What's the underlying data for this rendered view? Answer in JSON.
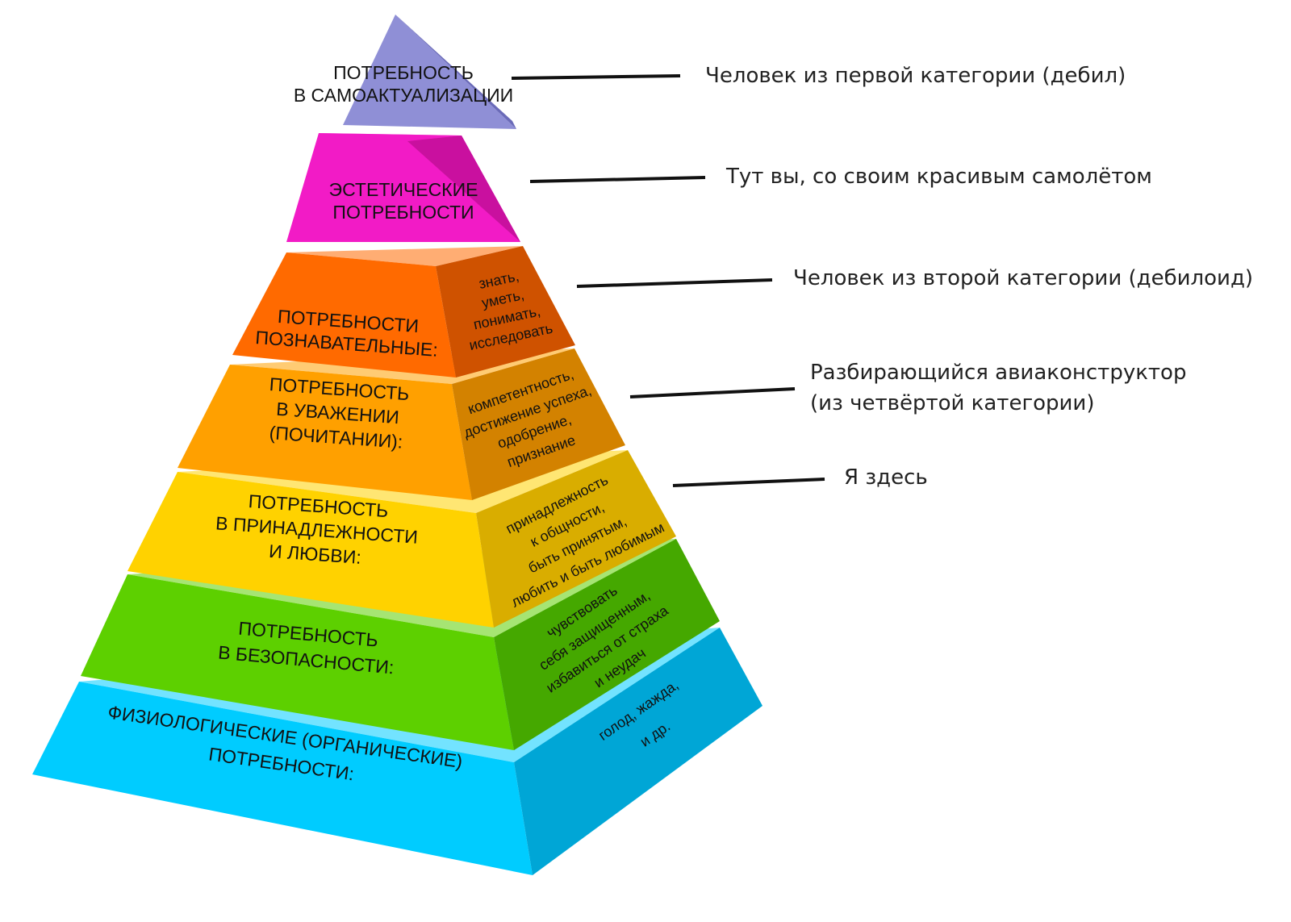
{
  "levels": [
    {
      "id": "self-actualization",
      "label_lines": [
        "ПОТРЕБНОСТЬ",
        "В САМОАКТУАЛИЗАЦИИ"
      ],
      "side_lines": [],
      "front_color": "#8f8fd6",
      "side_color": "#6a6ab8"
    },
    {
      "id": "aesthetic",
      "label_lines": [
        "ЭСТЕТИЧЕСКИЕ",
        "ПОТРЕБНОСТИ"
      ],
      "side_lines": [],
      "front_color": "#f21bc6",
      "side_color": "#c9109f"
    },
    {
      "id": "cognitive",
      "label_lines": [
        "ПОТРЕБНОСТИ",
        "ПОЗНАВАТЕЛЬНЫЕ:"
      ],
      "side_lines": [
        "знать,",
        "уметь,",
        "понимать,",
        "исследовать"
      ],
      "front_color": "#ff6a00",
      "side_color": "#cf5200"
    },
    {
      "id": "esteem",
      "label_lines": [
        "ПОТРЕБНОСТЬ",
        "В УВАЖЕНИИ",
        "(ПОЧИТАНИИ):"
      ],
      "side_lines": [
        "компетентность,",
        "достижение успеха,",
        "одобрение,",
        "признание"
      ],
      "front_color": "#ffa000",
      "side_color": "#d38200"
    },
    {
      "id": "belonging",
      "label_lines": [
        "ПОТРЕБНОСТЬ",
        "В ПРИНАДЛЕЖНОСТИ",
        "И ЛЮБВИ:"
      ],
      "side_lines": [
        "принадлежность",
        "к общности,",
        "быть принятым,",
        "любить и быть любимым"
      ],
      "front_color": "#ffd200",
      "side_color": "#d9ad00"
    },
    {
      "id": "safety",
      "label_lines": [
        "ПОТРЕБНОСТЬ",
        "В БЕЗОПАСНОСТИ:"
      ],
      "side_lines": [
        "чувствовать",
        "себя защищенным,",
        "избавиться от страха",
        "и неудач"
      ],
      "front_color": "#5dd000",
      "side_color": "#45a800"
    },
    {
      "id": "physiological",
      "label_lines": [
        "ФИЗИОЛОГИЧЕСКИЕ (ОРГАНИЧЕСКИЕ)",
        "ПОТРЕБНОСТИ:"
      ],
      "side_lines": [
        "голод, жажда,",
        "и др."
      ],
      "front_color": "#00ccff",
      "side_color": "#00a6d6"
    }
  ],
  "annotations": [
    {
      "id": "first-category",
      "lines": [
        "Человек из первой категории (дебил)"
      ]
    },
    {
      "id": "you-here",
      "lines": [
        "Тут вы, со своим красивым самолётом"
      ]
    },
    {
      "id": "second-category",
      "lines": [
        "Человек из второй категории (дебилоид)"
      ]
    },
    {
      "id": "aircraft-designer",
      "lines": [
        "Разбирающийся авиаконструктор",
        "(из четвёртой категории)"
      ]
    },
    {
      "id": "i-am-here",
      "lines": [
        "Я здесь"
      ]
    }
  ]
}
